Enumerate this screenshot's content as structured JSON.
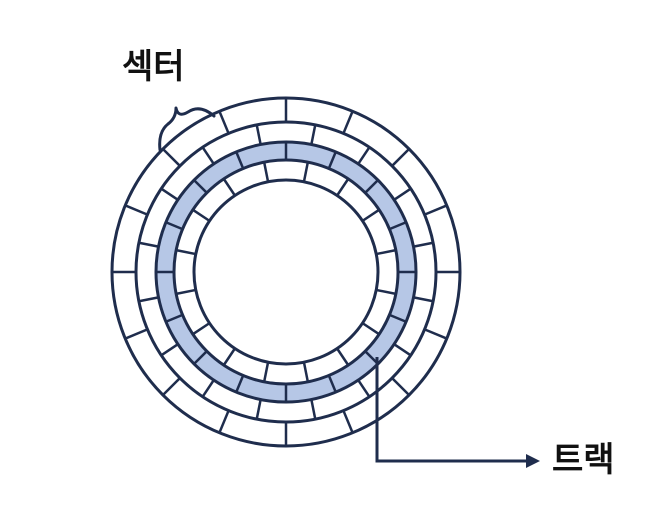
{
  "labels": {
    "sector": "섹터",
    "track": "트랙"
  },
  "disk": {
    "ring_count": 5,
    "highlighted_track_index": 2,
    "sector_count": 16,
    "colors": {
      "line": "#1f2d4d",
      "highlight": "#b6c7e6",
      "background": "#ffffff"
    }
  }
}
